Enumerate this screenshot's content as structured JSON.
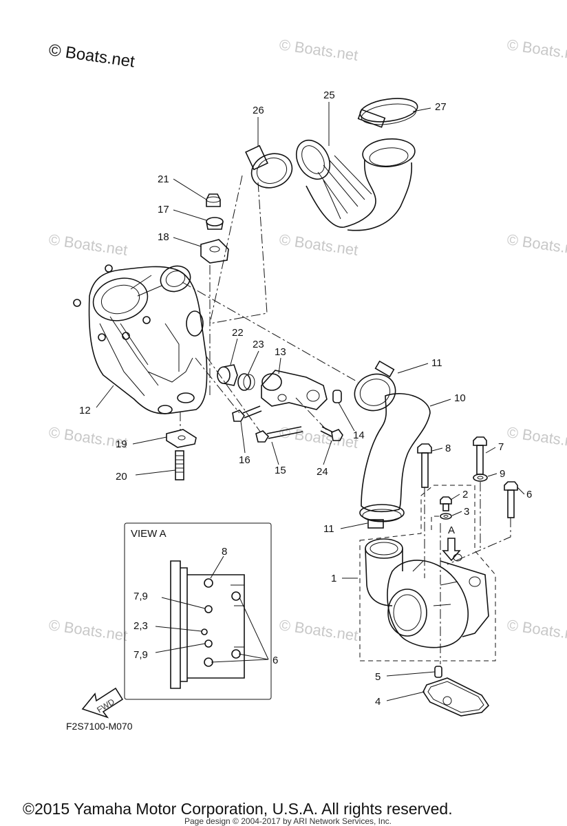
{
  "watermarks": {
    "main": "© Boats.net",
    "faint": "© Boats.net"
  },
  "callouts": [
    {
      "id": "26",
      "text": "26"
    },
    {
      "id": "25",
      "text": "25"
    },
    {
      "id": "27",
      "text": "27"
    },
    {
      "id": "21",
      "text": "21"
    },
    {
      "id": "17",
      "text": "17"
    },
    {
      "id": "18",
      "text": "18"
    },
    {
      "id": "22",
      "text": "22"
    },
    {
      "id": "23",
      "text": "23"
    },
    {
      "id": "13",
      "text": "13"
    },
    {
      "id": "11a",
      "text": "11"
    },
    {
      "id": "10",
      "text": "10"
    },
    {
      "id": "12",
      "text": "12"
    },
    {
      "id": "14",
      "text": "14"
    },
    {
      "id": "19",
      "text": "19"
    },
    {
      "id": "16",
      "text": "16"
    },
    {
      "id": "15",
      "text": "15"
    },
    {
      "id": "24",
      "text": "24"
    },
    {
      "id": "20",
      "text": "20"
    },
    {
      "id": "8",
      "text": "8"
    },
    {
      "id": "7",
      "text": "7"
    },
    {
      "id": "9",
      "text": "9"
    },
    {
      "id": "2",
      "text": "2"
    },
    {
      "id": "6",
      "text": "6"
    },
    {
      "id": "3",
      "text": "3"
    },
    {
      "id": "11b",
      "text": "11"
    },
    {
      "id": "A",
      "text": "A"
    },
    {
      "id": "1",
      "text": "1"
    },
    {
      "id": "5",
      "text": "5"
    },
    {
      "id": "4",
      "text": "4"
    }
  ],
  "view_a": {
    "title": "VIEW A",
    "labels": [
      "8",
      "7,9",
      "2,3",
      "7,9",
      "6"
    ]
  },
  "fwd_label": "FWD",
  "drawing_code": "F2S7100-M070",
  "copyright": "©2015 Yamaha Motor Corporation, U.S.A. All rights reserved.",
  "page_design": "Page design © 2004-2017 by ARI Network Services, Inc."
}
